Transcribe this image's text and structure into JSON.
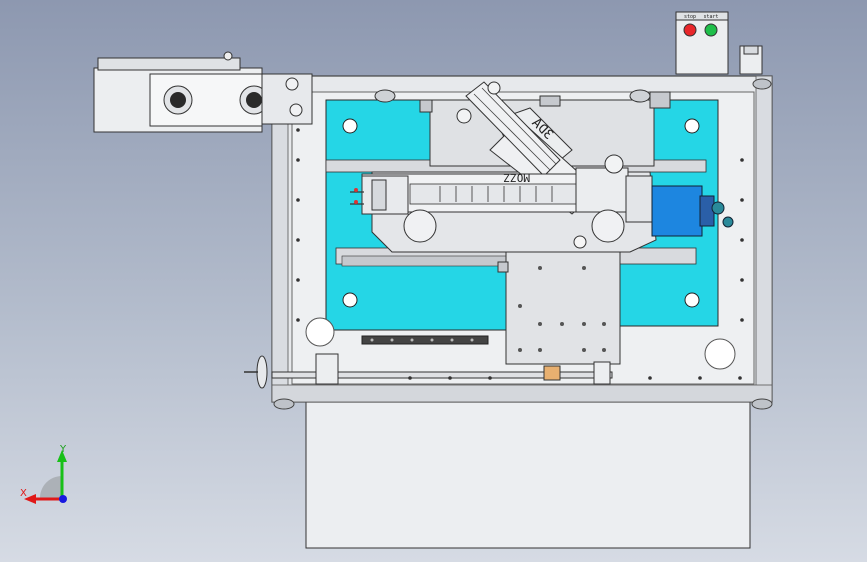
{
  "control_box": {
    "label_left": "stop",
    "label_right": "start",
    "colors": {
      "stop": "#e8262a",
      "start": "#1fbf4a"
    }
  },
  "part_marking": {
    "text_a": "3DA",
    "text_b": "MOZZ"
  },
  "triad": {
    "x_label": "X",
    "y_label": "Y",
    "colors": {
      "x": "#e01818",
      "y": "#18c018",
      "z": "#1818e0"
    }
  },
  "colors": {
    "plate": "#25d6e6",
    "frame": "#e6e8ec",
    "steel": "#c9ccd2"
  }
}
